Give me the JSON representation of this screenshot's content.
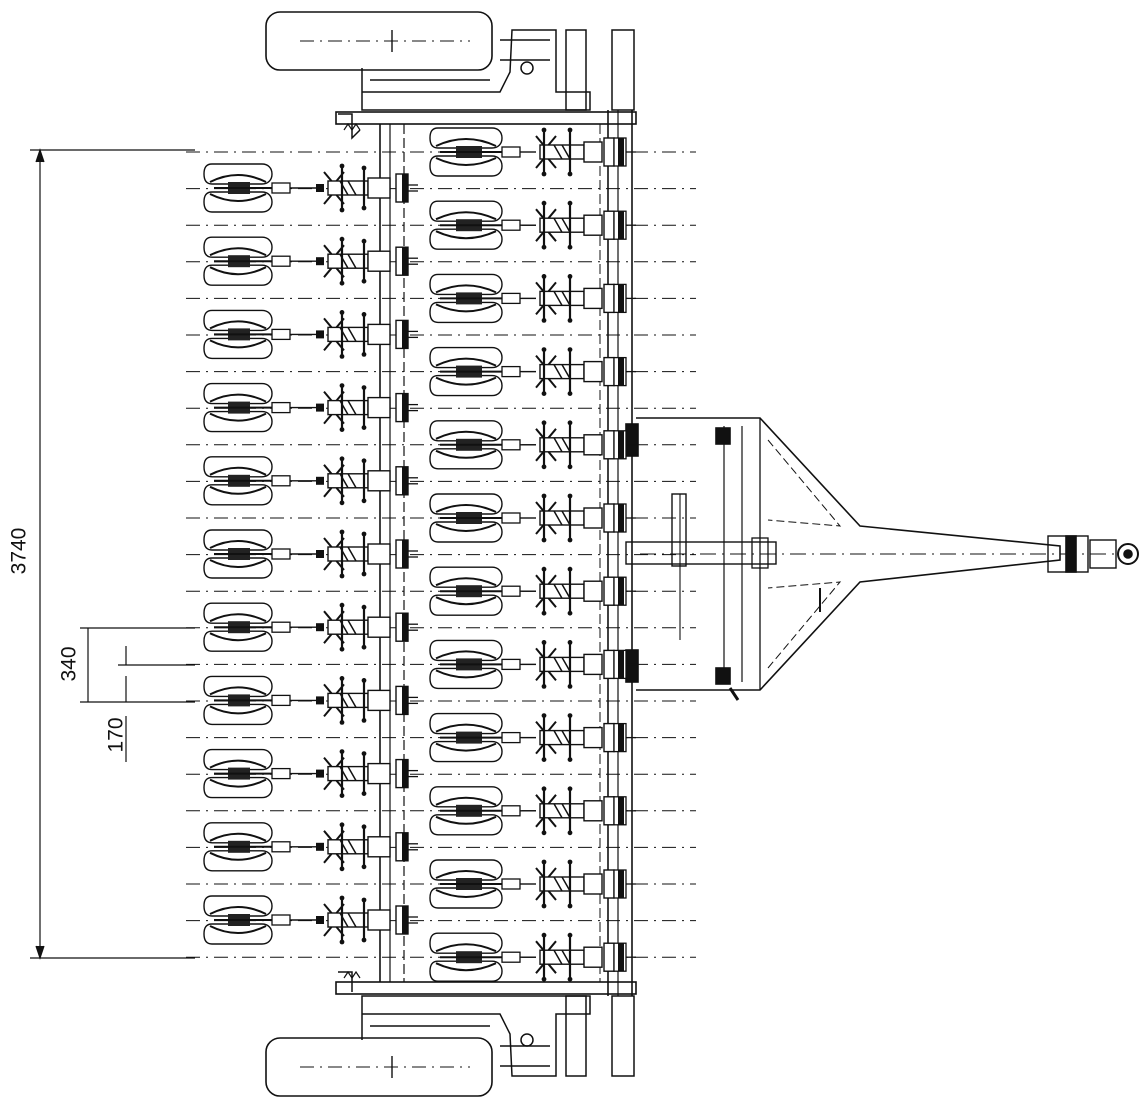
{
  "dimensions": {
    "overall_width": "3740",
    "row_spacing": "340",
    "row_offset": "170"
  },
  "colors": {
    "line": "#111111",
    "wheel_fill": "#ffffff"
  }
}
